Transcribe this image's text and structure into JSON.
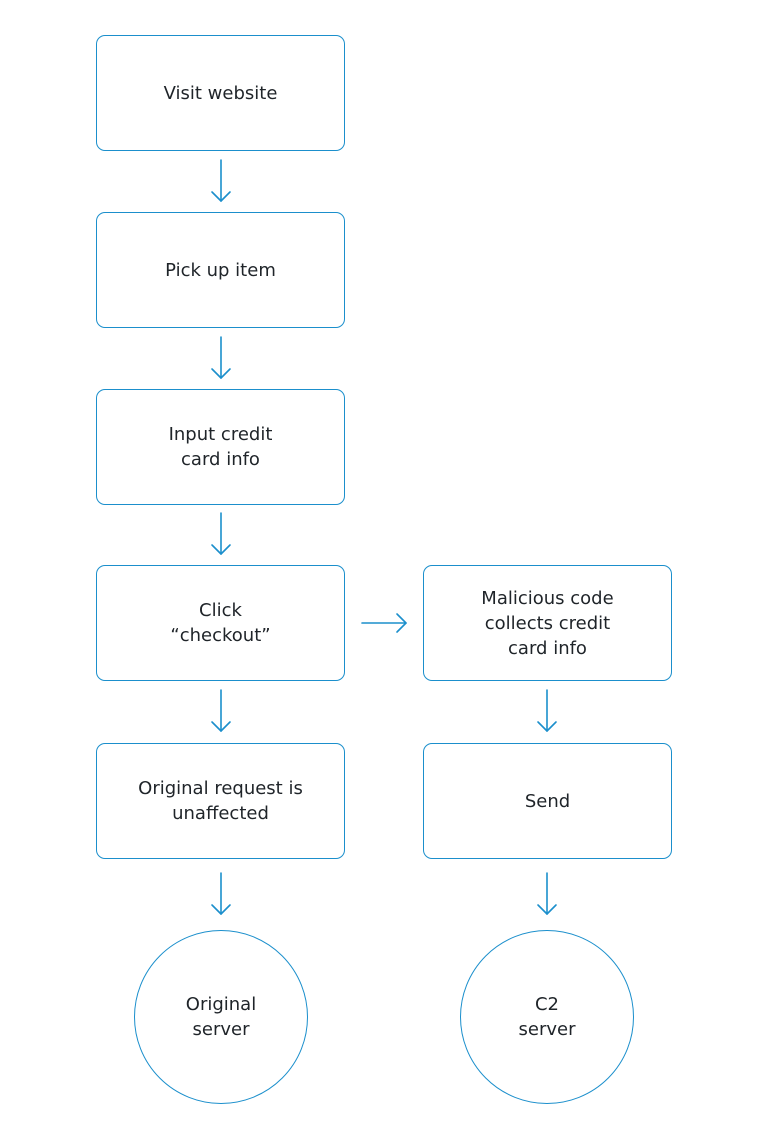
{
  "colors": {
    "stroke": "#1b8fcc",
    "text": "#1f2429",
    "background": "#ffffff"
  },
  "nodes": {
    "visit_website": "Visit website",
    "pick_up_item": "Pick up item",
    "input_credit_card": "Input credit\ncard info",
    "click_checkout": "Click\n“checkout”",
    "original_request": "Original request is\nunaffected",
    "original_server": "Original\nserver",
    "malicious_code": "Malicious code\ncollects credit\ncard info",
    "send": "Send",
    "c2_server": "C2\nserver"
  }
}
